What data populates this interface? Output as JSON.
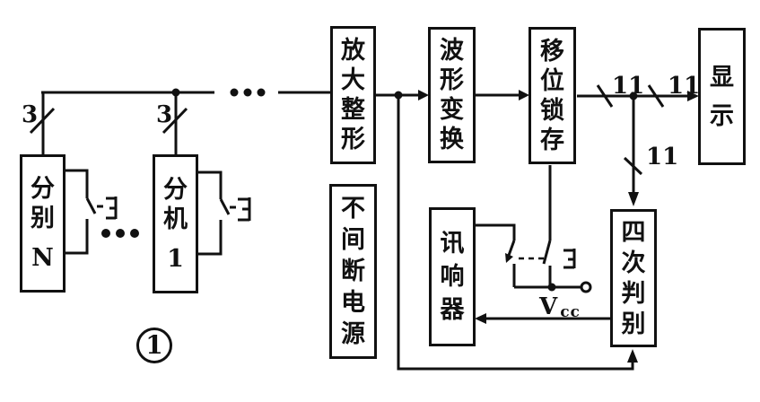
{
  "diagram": {
    "figure_number": "1",
    "colors": {
      "ink": "#111111",
      "paper": "#ffffff"
    },
    "labels": {
      "wire3_left": "3",
      "wire3_right": "3",
      "wire11_top1": "11",
      "wire11_top2": "11",
      "wire11_drop": "11",
      "vcc_main": "V",
      "vcc_sub": "cc"
    },
    "blocks": {
      "ext_n": {
        "name": "分别N",
        "chars": [
          "分",
          "别",
          "N"
        ]
      },
      "ext_1": {
        "name": "分机1",
        "chars": [
          "分",
          "机",
          "1"
        ]
      },
      "amp": {
        "name": "放大整形",
        "chars": [
          "放",
          "大",
          "整",
          "形"
        ]
      },
      "wave": {
        "name": "波形变换",
        "chars": [
          "波",
          "形",
          "变",
          "换"
        ]
      },
      "shift": {
        "name": "移位锁存",
        "chars": [
          "移",
          "位",
          "锁",
          "存"
        ]
      },
      "display": {
        "name": "显示",
        "chars": [
          "显",
          "示"
        ]
      },
      "ups": {
        "name": "不间断电源",
        "chars": [
          "不",
          "间",
          "断",
          "电",
          "源"
        ]
      },
      "buzzer": {
        "name": "讯响器",
        "chars": [
          "讯",
          "响",
          "器"
        ]
      },
      "judge": {
        "name": "四次判别",
        "chars": [
          "四",
          "次",
          "判",
          "别"
        ]
      }
    }
  }
}
